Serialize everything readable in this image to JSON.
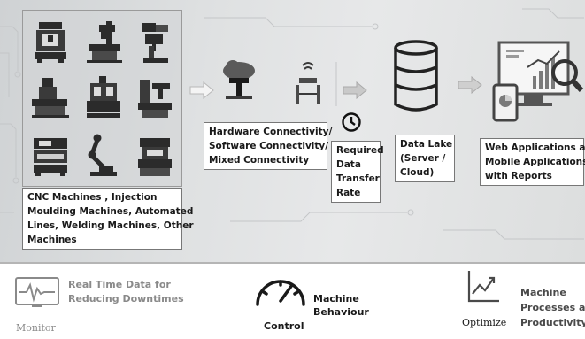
{
  "machines": {
    "caption_lines": [
      "CNC Machines , Injection",
      "Moulding Machines, Automated",
      "Lines, Welding Machines, Other",
      "Machines"
    ],
    "icons": [
      "cnc-machine-icon",
      "milling-machine-icon",
      "drill-press-icon",
      "lathe-machine-icon",
      "injection-molding-icon",
      "machining-center-icon",
      "control-panel-machine-icon",
      "robot-arm-icon",
      "industrial-press-icon"
    ]
  },
  "connectivity": {
    "lines": [
      "Hardware Connectivity/",
      "Software Connectivity/",
      "Mixed Connectivity"
    ]
  },
  "transfer": {
    "lines": [
      "Required",
      "Data",
      "Transfer",
      "Rate"
    ]
  },
  "datalake": {
    "lines": [
      "Data Lake",
      "(Server /",
      "Cloud)"
    ]
  },
  "webapps": {
    "lines": [
      "Web Applications and",
      "Mobile Applications",
      "with Reports"
    ]
  },
  "bottom": {
    "monitor": {
      "label": "Monitor",
      "desc_lines": [
        "Real Time Data for",
        "Reducing Downtimes"
      ]
    },
    "control": {
      "label": "Control",
      "desc_lines": [
        "Machine",
        "Behaviour"
      ]
    },
    "optimize": {
      "label": "Optimize",
      "desc_lines": [
        "Machine",
        "Processes and",
        "Productivity"
      ]
    }
  },
  "colors": {
    "arrow": "#f4f4f4",
    "icon_dark": "#2b2b2b",
    "icon_mid": "#5a5a5a"
  }
}
